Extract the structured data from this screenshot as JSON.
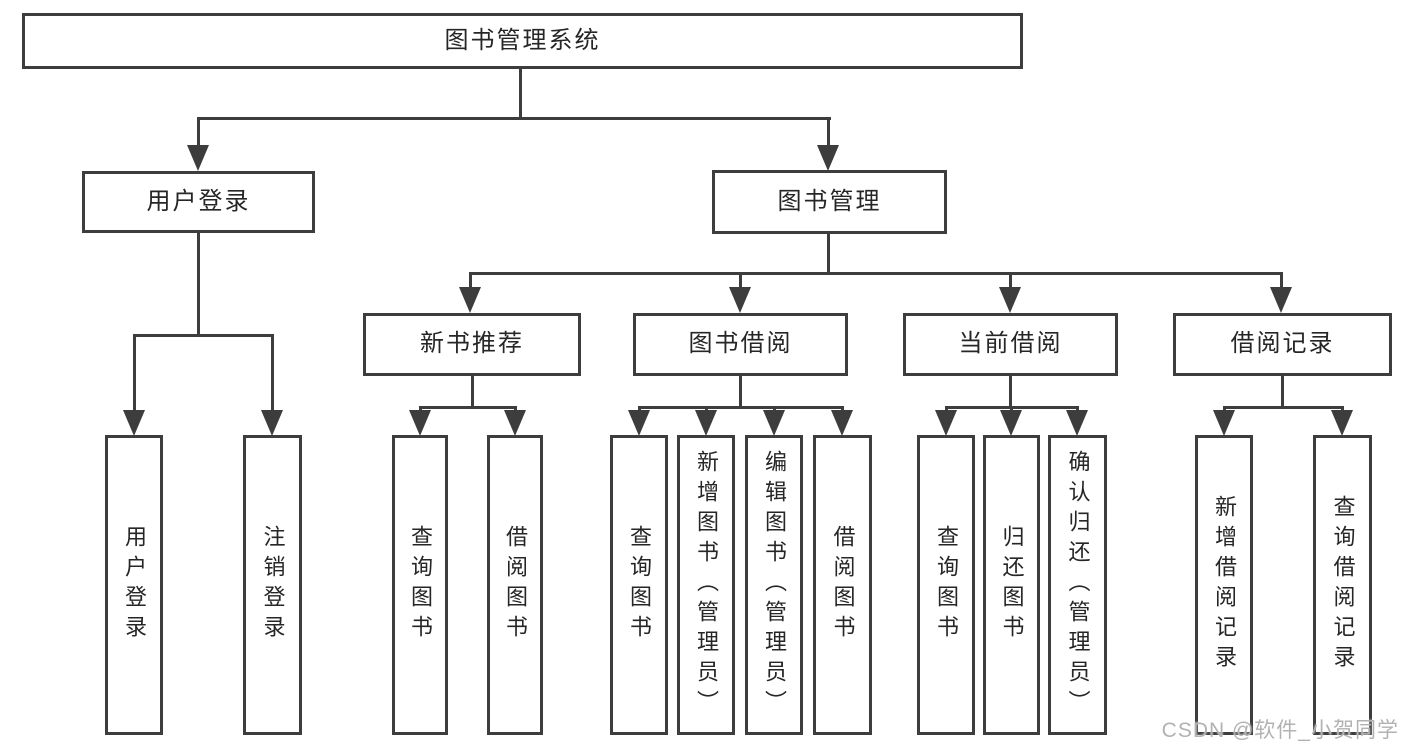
{
  "diagram": {
    "title": "图书管理系统",
    "branches": {
      "user": {
        "label": "用户登录",
        "children": [
          "用户登录",
          "注销登录"
        ]
      },
      "books": {
        "label": "图书管理",
        "groups": [
          {
            "label": "新书推荐",
            "children": [
              "查询图书",
              "借阅图书"
            ]
          },
          {
            "label": "图书借阅",
            "children": [
              "查询图书",
              "新增图书（管理员）",
              "编辑图书（管理员）",
              "借阅图书"
            ]
          },
          {
            "label": "当前借阅",
            "children": [
              "查询图书",
              "归还图书",
              "确认归还（管理员）"
            ]
          },
          {
            "label": "借阅记录",
            "children": [
              "新增借阅记录",
              "查询借阅记录"
            ]
          }
        ]
      }
    }
  },
  "watermark": "CSDN @软件_小贺同学",
  "colors": {
    "line": "#3d3d3d",
    "text": "#262626",
    "watermark": "#b2b2b2",
    "background": "#ffffff"
  }
}
